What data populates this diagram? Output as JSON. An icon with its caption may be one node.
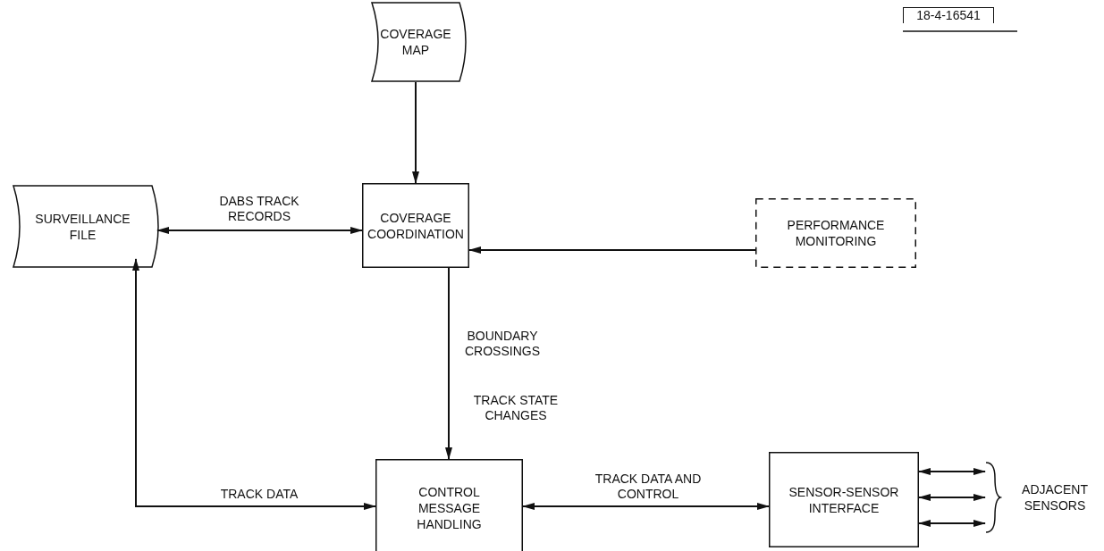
{
  "diagram": {
    "nodes": [
      {
        "text": [
          "COVERAGE MAP"
        ]
      },
      {
        "text": [
          "SURVEILLANCE FILE"
        ]
      },
      {
        "text": [
          "COVERAGE COORDINATION"
        ]
      },
      {
        "text": [
          "PERFORMANCE MONITORING"
        ]
      },
      {
        "text": [
          "CONTROL MESSAGE HANDLING"
        ]
      },
      {
        "text": [
          "SENSOR-SENSOR INTERFACE"
        ]
      },
      {
        "text": [
          "ADJACENT SENSORS"
        ]
      }
    ],
    "edges": [
      {
        "from": 0,
        "to": 2,
        "arrow": "to"
      },
      {
        "from": 1,
        "to": 2,
        "arrow": "both",
        "label": "DABS TRACK RECORDS"
      },
      {
        "from": 3,
        "to": 2,
        "arrow": "to"
      },
      {
        "from": 2,
        "to": 4,
        "arrow": "to",
        "label": "BOUNDARY CROSSINGS"
      },
      {
        "from": 1,
        "to": 4,
        "arrow": "both",
        "label": "TRACK DATA"
      },
      {
        "from": 4,
        "to": 5,
        "arrow": "both",
        "label": "TRACK DATA AND CONTROL"
      },
      {
        "from": 5,
        "to": 6,
        "arrow": "both"
      },
      {
        "from": 5,
        "to": 6,
        "arrow": "both"
      },
      {
        "from": 5,
        "to": 6,
        "arrow": "both"
      }
    ],
    "labels": [
      "18-4-16541",
      "TRACK STATE CHANGES"
    ]
  }
}
